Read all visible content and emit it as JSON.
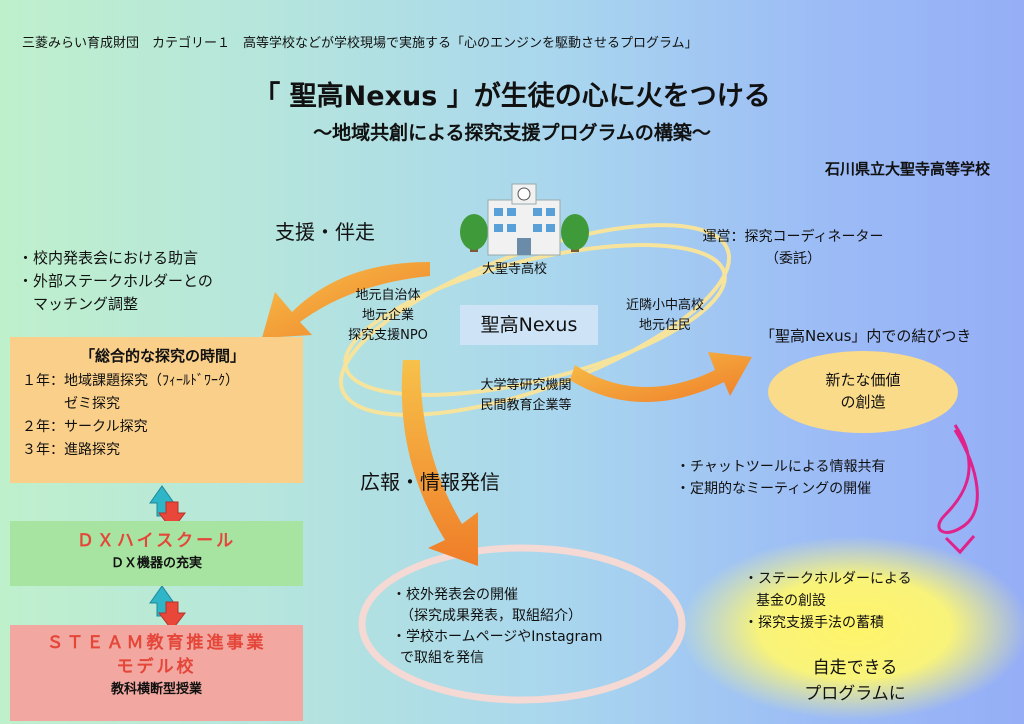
{
  "header": {
    "caption": "三菱みらい育成財団　カテゴリー１　高等学校などが学校現場で実施する「心のエンジンを駆動させるプログラム」",
    "title": "「 聖高Nexus 」が生徒の心に火をつける",
    "subtitle": "～地域共創による探究支援プログラムの構築～",
    "school": "石川県立大聖寺高等学校"
  },
  "center": {
    "building_label": "大聖寺高校",
    "nexus_label": "聖高Nexus",
    "left_partners": [
      "地元自治体",
      "地元企業",
      "探究支援NPO"
    ],
    "right_partners": [
      "近隣小中高校",
      "地元住民"
    ],
    "bottom_partners": [
      "大学等研究機関",
      "民間教育企業等"
    ],
    "management": [
      "運営：探究コーディネーター",
      "（委託）"
    ]
  },
  "support": {
    "heading": "支援・伴走",
    "items": [
      "・校内発表会における助言",
      "・外部ステークホルダーとの",
      "　マッチング調整"
    ]
  },
  "integrated": {
    "heading": "「総合的な探究の時間」",
    "lines": [
      "１年：地域課題探究（ﾌｨｰﾙﾄﾞﾜｰｸ）",
      "　　　ゼミ探究",
      "２年：サークル探究",
      "３年：進路探究"
    ]
  },
  "dx": {
    "title": "ＤＸハイスクール",
    "subtitle": "ＤＸ機器の充実"
  },
  "steam": {
    "title_line1": "ＳＴＥＡＭ教育推進事業",
    "title_line2": "モデル校",
    "subtitle": "教科横断型授業"
  },
  "pr": {
    "heading": "広報・情報発信",
    "items": [
      "・校外発表会の開催",
      "（探究成果発表，取組紹介）",
      "・学校ホームページやInstagram",
      "で取組を発信"
    ]
  },
  "connection": {
    "heading": "「聖高Nexus」内での結びつき",
    "value_lines": [
      "新たな価値",
      "の創造"
    ],
    "items": [
      "・チャットツールによる情報共有",
      "・定期的なミーティングの開催"
    ]
  },
  "outcome": {
    "items": [
      "・ステークホルダーによる",
      "基金の創設",
      "・探究支援手法の蓄積"
    ],
    "final": [
      "自走できる",
      "プログラムに"
    ]
  },
  "colors": {
    "orange": "#f39a2e",
    "magenta": "#e0228a",
    "cyan": "#2fb5c8",
    "red_arrow": "#e8473a",
    "ring": "#f7e7a6"
  }
}
